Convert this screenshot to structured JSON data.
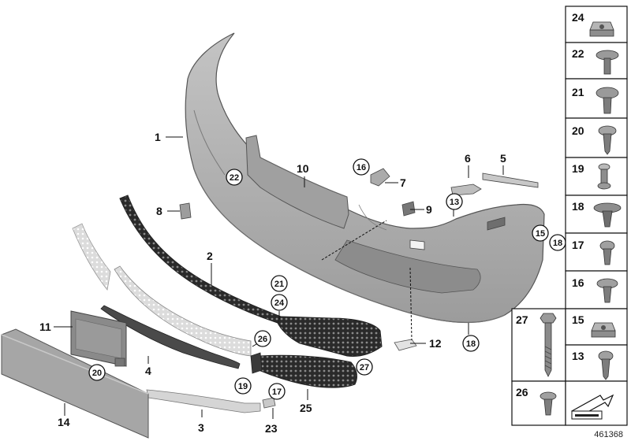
{
  "diagram": {
    "reference_number": "461368",
    "part_labels": [
      {
        "key": "p1",
        "text": "1"
      },
      {
        "key": "p2",
        "text": "2"
      },
      {
        "key": "p3",
        "text": "3"
      },
      {
        "key": "p4",
        "text": "4"
      },
      {
        "key": "p5",
        "text": "5"
      },
      {
        "key": "p6",
        "text": "6"
      },
      {
        "key": "p7",
        "text": "7"
      },
      {
        "key": "p8",
        "text": "8"
      },
      {
        "key": "p9",
        "text": "9"
      },
      {
        "key": "p10",
        "text": "10"
      },
      {
        "key": "p11",
        "text": "11"
      },
      {
        "key": "p12",
        "text": "12"
      },
      {
        "key": "p14",
        "text": "14"
      },
      {
        "key": "p23",
        "text": "23"
      },
      {
        "key": "p25",
        "text": "25"
      }
    ],
    "callouts": [
      {
        "key": "c22",
        "text": "22"
      },
      {
        "key": "c16",
        "text": "16"
      },
      {
        "key": "c13",
        "text": "13"
      },
      {
        "key": "c15",
        "text": "15"
      },
      {
        "key": "c18a",
        "text": "18"
      },
      {
        "key": "c21",
        "text": "21"
      },
      {
        "key": "c24",
        "text": "24"
      },
      {
        "key": "c26",
        "text": "26"
      },
      {
        "key": "c27",
        "text": "27"
      },
      {
        "key": "c18b",
        "text": "18"
      },
      {
        "key": "c20",
        "text": "20"
      },
      {
        "key": "c19",
        "text": "19"
      },
      {
        "key": "c17",
        "text": "17"
      }
    ],
    "sidebar_parts": [
      {
        "key": "s24",
        "text": "24"
      },
      {
        "key": "s22",
        "text": "22"
      },
      {
        "key": "s21",
        "text": "21"
      },
      {
        "key": "s20",
        "text": "20"
      },
      {
        "key": "s19",
        "text": "19"
      },
      {
        "key": "s18",
        "text": "18"
      },
      {
        "key": "s17",
        "text": "17"
      },
      {
        "key": "s16",
        "text": "16"
      },
      {
        "key": "s27",
        "text": "27"
      },
      {
        "key": "s15",
        "text": "15"
      },
      {
        "key": "s13",
        "text": "13"
      },
      {
        "key": "s26",
        "text": "26"
      }
    ],
    "colors": {
      "bumper": "#b3b3b3",
      "bumper_dark": "#8f8f8f",
      "grille": "#2a2a2a",
      "light_part": "#e0e0e0",
      "line": "#111111"
    }
  }
}
